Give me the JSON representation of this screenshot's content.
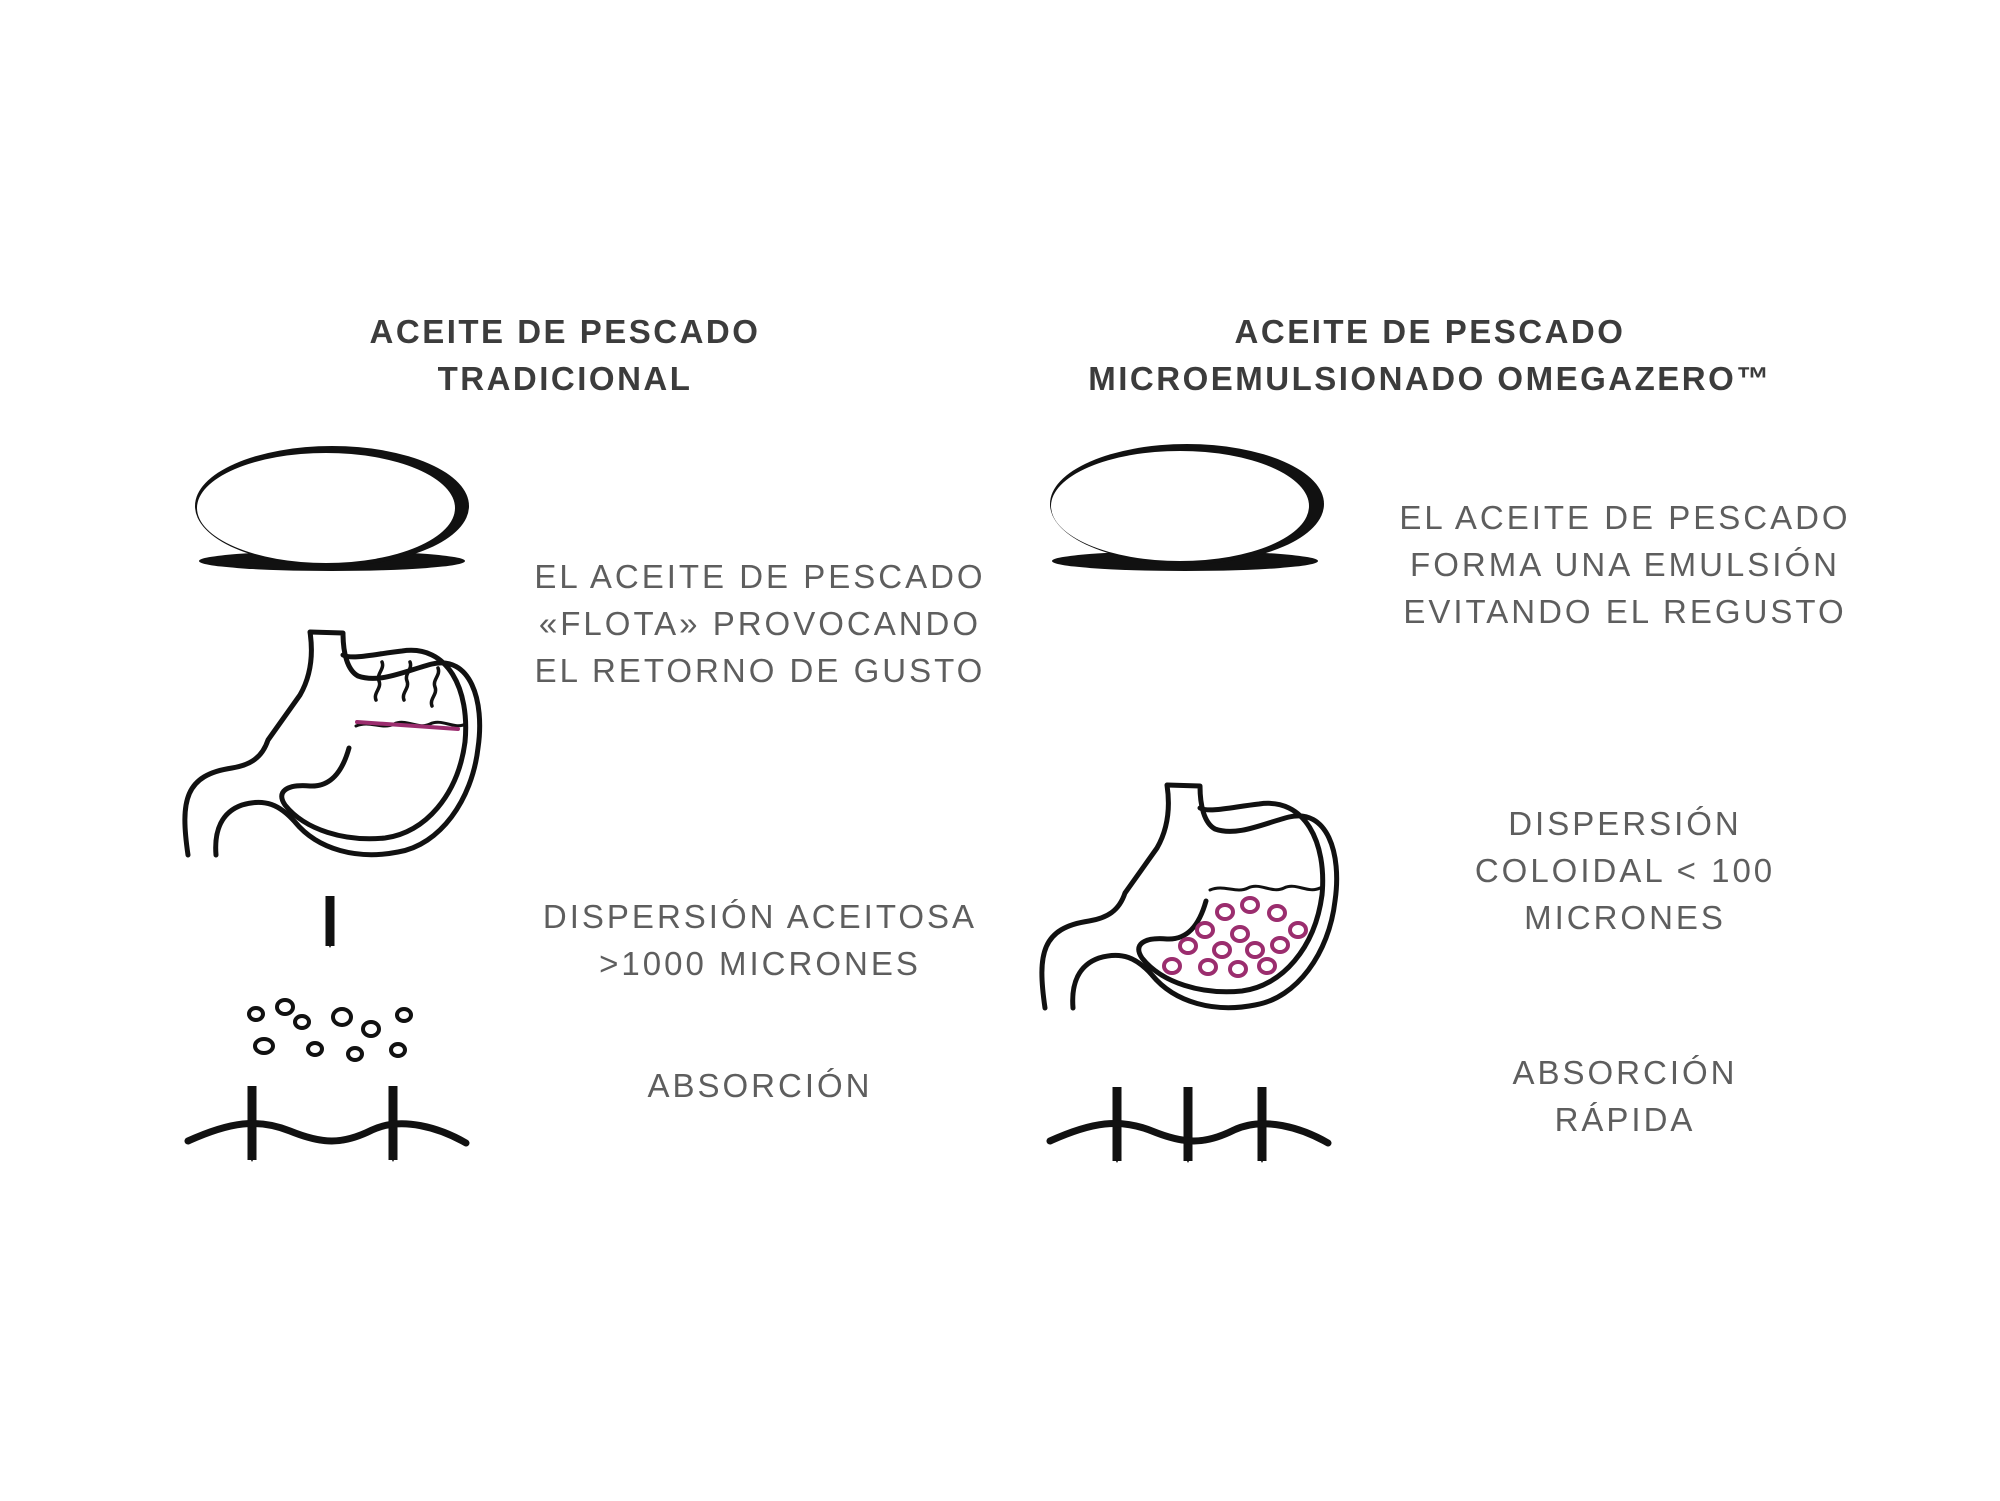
{
  "colors": {
    "title_text": "#3c3c3c",
    "body_text": "#5e5e5e",
    "line": "#111111",
    "accent": "#9b2d6e"
  },
  "icons": [
    "capsule-icon",
    "stomach-icon",
    "arrow-down-icon",
    "droplets-icon",
    "membrane-wave-icon"
  ],
  "left_column": {
    "title_lines": [
      "ACEITE DE PESCADO",
      "TRADICIONAL"
    ],
    "floats_text": [
      "EL ACEITE DE PESCADO",
      "«FLOTA» PROVOCANDO",
      "EL RETORNO DE GUSTO"
    ],
    "dispersion_text": [
      "DISPERSIÓN ACEITOSA",
      ">1000 MICRONES"
    ],
    "absorption_text": [
      "ABSORCIÓN"
    ]
  },
  "right_column": {
    "title_lines": [
      "ACEITE DE PESCADO",
      "MICROEMULSIONADO OMEGAZERO™"
    ],
    "emulsion_text": [
      "EL ACEITE DE PESCADO",
      "FORMA UNA EMULSIÓN",
      "EVITANDO EL REGUSTO"
    ],
    "dispersion_text": [
      "DISPERSIÓN",
      "COLOIDAL < 100",
      "MICRONES"
    ],
    "absorption_text": [
      "ABSORCIÓN",
      "RÁPIDA"
    ]
  }
}
